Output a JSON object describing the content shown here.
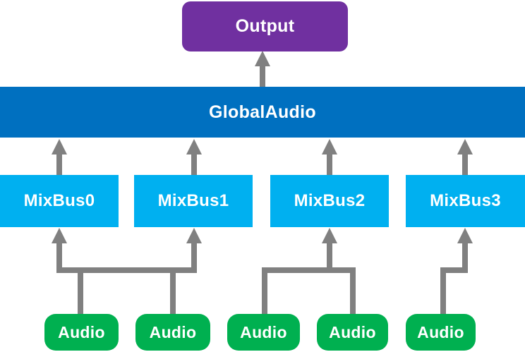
{
  "diagram": {
    "nodes": {
      "output": {
        "label": "Output"
      },
      "global_audio": {
        "label": "GlobalAudio"
      },
      "mix_buses": [
        {
          "label": "MixBus0"
        },
        {
          "label": "MixBus1"
        },
        {
          "label": "MixBus2"
        },
        {
          "label": "MixBus3"
        }
      ],
      "audio_sources": [
        {
          "label": "Audio"
        },
        {
          "label": "Audio"
        },
        {
          "label": "Audio"
        },
        {
          "label": "Audio"
        },
        {
          "label": "Audio"
        }
      ]
    },
    "connections": {
      "global_to_output": {
        "from": "GlobalAudio",
        "to": "Output"
      },
      "mixbus_to_global": [
        {
          "from": "MixBus0",
          "to": "GlobalAudio"
        },
        {
          "from": "MixBus1",
          "to": "GlobalAudio"
        },
        {
          "from": "MixBus2",
          "to": "GlobalAudio"
        },
        {
          "from": "MixBus3",
          "to": "GlobalAudio"
        }
      ],
      "audio_groups": [
        {
          "audio_indexes": [
            0,
            1
          ],
          "feeds": [
            "MixBus0",
            "MixBus1"
          ]
        },
        {
          "audio_indexes": [
            2,
            3
          ],
          "feeds": [
            "MixBus2"
          ]
        },
        {
          "audio_indexes": [
            4
          ],
          "feeds": [
            "MixBus3"
          ]
        }
      ]
    },
    "colors": {
      "output_fill": "#7030a0",
      "global_audio_fill": "#0070c0",
      "mix_bus_fill": "#00b0f0",
      "audio_fill": "#00b050",
      "connector": "#808080",
      "label_text": "#ffffff",
      "background": "#ffffff"
    }
  }
}
